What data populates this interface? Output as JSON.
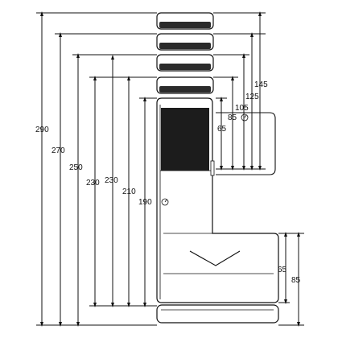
{
  "left_dimensions": [
    {
      "id": "d290",
      "label": "290"
    },
    {
      "id": "d270",
      "label": "270"
    },
    {
      "id": "d250",
      "label": "250"
    },
    {
      "id": "d230a",
      "label": "230"
    },
    {
      "id": "d230b",
      "label": "230"
    },
    {
      "id": "d210",
      "label": "210"
    },
    {
      "id": "d190",
      "label": "190"
    }
  ],
  "right_dimensions": [
    {
      "id": "d145",
      "label": "145"
    },
    {
      "id": "d125",
      "label": "125"
    },
    {
      "id": "d105",
      "label": "105"
    },
    {
      "id": "d85a",
      "label": "85"
    },
    {
      "id": "d65a",
      "label": "65"
    }
  ],
  "base_dimensions": [
    {
      "id": "d65b",
      "label": "65"
    },
    {
      "id": "d85b",
      "label": "85"
    }
  ],
  "colors": {
    "line": "#111111",
    "shelf_dark": "#2b2b2b",
    "panel_fill": "#ffffff",
    "dark_block": "#1c1c1c"
  }
}
